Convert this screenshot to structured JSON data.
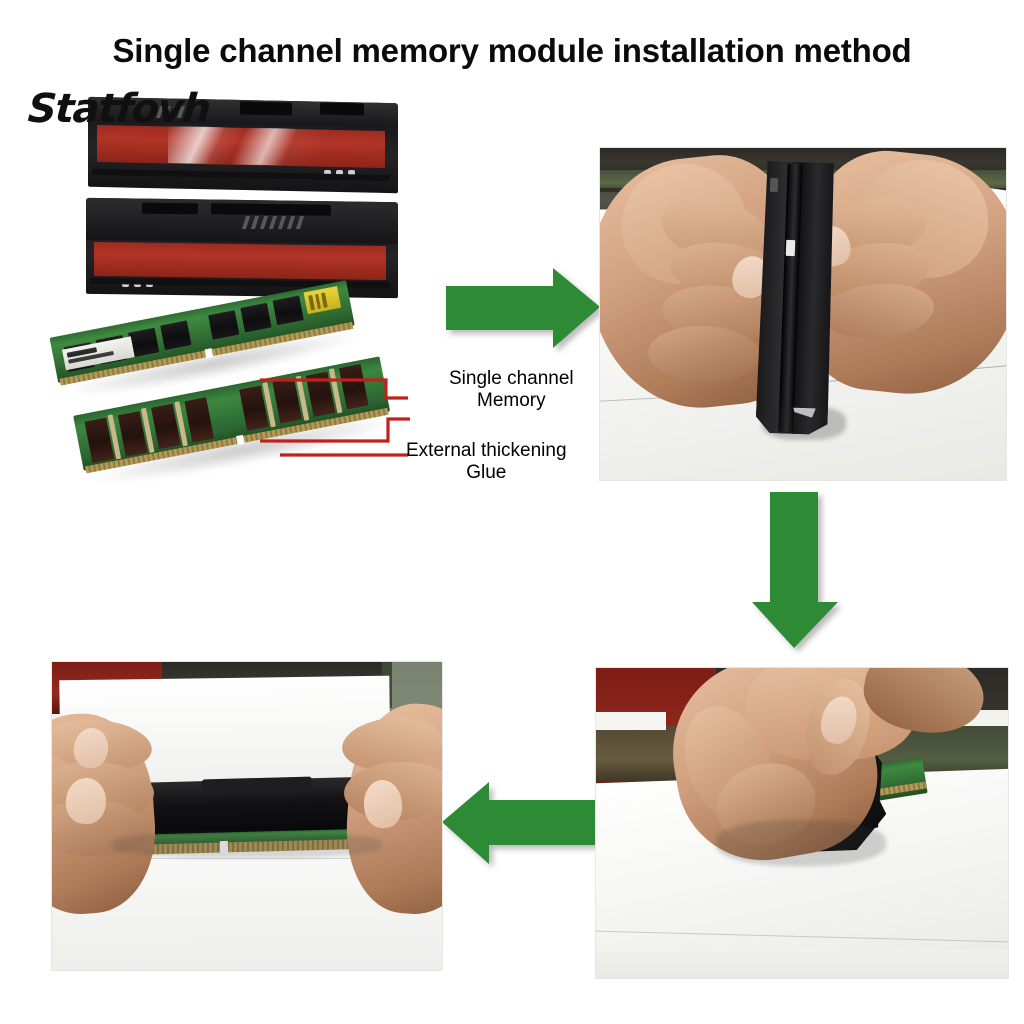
{
  "document": {
    "title": "Single channel memory module installation method",
    "watermark": "Statfovh",
    "background_color": "#ffffff"
  },
  "colors": {
    "title_text": "#0b0b0b",
    "arrow_green": "#2e8b35",
    "callout_red": "#c0211c",
    "heatsink_black": "#1b1b1d",
    "heatsink_red_strip": "#a52d21",
    "pcb_green": "#35793a",
    "gold_contacts": "#b49a56"
  },
  "callouts": [
    {
      "id": "single-channel-memory",
      "label_line1": "Single channel",
      "label_line2": "Memory",
      "points_to": "upper green memory module"
    },
    {
      "id": "external-thickening-glue",
      "label_line1": "External thickening",
      "label_line2": "Glue",
      "points_to": "lower green memory module adhesive area"
    }
  ],
  "arrows": [
    {
      "id": "arrow-step1-to-step2",
      "direction": "right"
    },
    {
      "id": "arrow-step2-to-step3",
      "direction": "down"
    },
    {
      "id": "arrow-step3-to-step4",
      "direction": "left"
    }
  ],
  "panels": [
    {
      "id": "panel-parts",
      "position": "top-left",
      "caption": "Heatsink covers and memory modules",
      "contents": "two black heatsink shells with red adhesive strips and two green DDR memory modules"
    },
    {
      "id": "panel-step-2",
      "position": "top-right",
      "caption": "Hands holding open heatsink clamshell",
      "contents": "two hands gripping the folded black heatsink over white paper"
    },
    {
      "id": "panel-step-3",
      "position": "bottom-right",
      "caption": "Sliding heatsink onto memory module",
      "contents": "hands pressing the black heatsink onto a green memory module"
    },
    {
      "id": "panel-step-4",
      "position": "bottom-left",
      "caption": "Finished assembly",
      "contents": "memory module fully covered by the black heatsink held between both hands"
    }
  ]
}
